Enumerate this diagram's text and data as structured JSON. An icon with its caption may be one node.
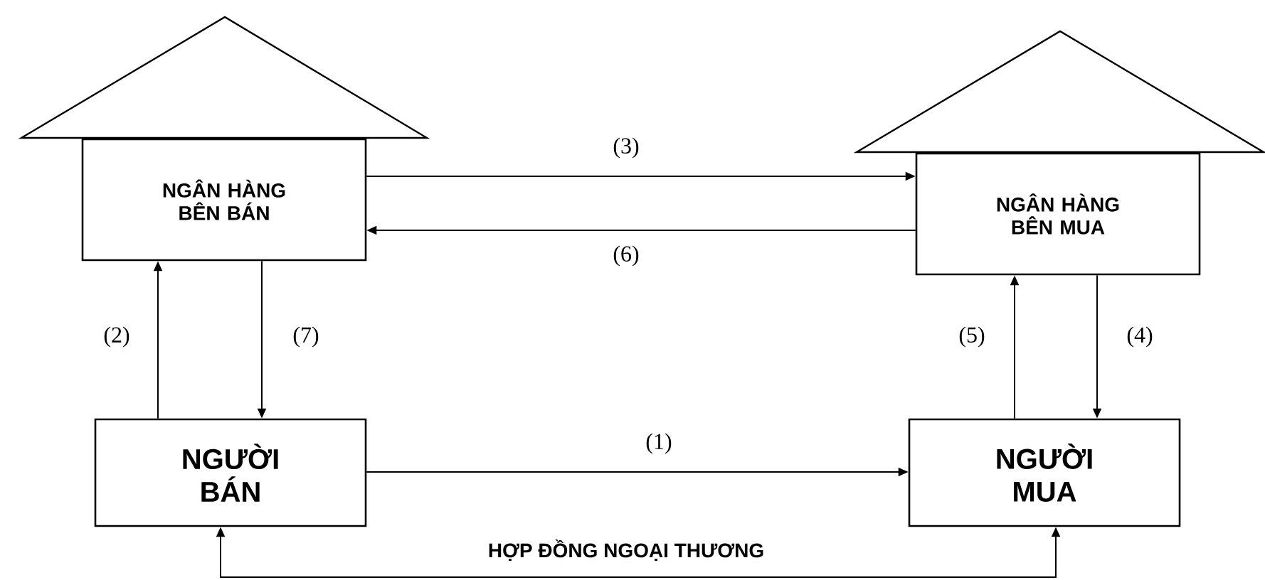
{
  "diagram": {
    "nodes": [
      {
        "text": [
          "NGÂN HÀNG BÊN BÁN"
        ]
      },
      {
        "text": [
          "NGÂN HÀNG BÊN MUA"
        ]
      },
      {
        "text": [
          "NGƯỜI BÁN"
        ]
      },
      {
        "text": [
          "NGƯỜI MUA"
        ]
      }
    ],
    "edges": [
      {
        "from": 2,
        "to": 3,
        "arrow": "to",
        "label": "(1)"
      },
      {
        "from": 2,
        "to": 0,
        "arrow": "to",
        "label": "(2)"
      },
      {
        "from": 0,
        "to": 1,
        "arrow": "to",
        "label": "(3)"
      },
      {
        "from": 1,
        "to": 3,
        "arrow": "to",
        "label": "(4)"
      },
      {
        "from": 3,
        "to": 1,
        "arrow": "to",
        "label": "(5)"
      },
      {
        "from": 1,
        "to": 0,
        "arrow": "to",
        "label": "(6)"
      },
      {
        "from": 0,
        "to": 2,
        "arrow": "to",
        "label": "(7)"
      },
      {
        "from": 2,
        "to": 3,
        "arrow": "both",
        "label": "HỢP ĐỒNG NGOẠI THƯƠNG"
      }
    ]
  }
}
